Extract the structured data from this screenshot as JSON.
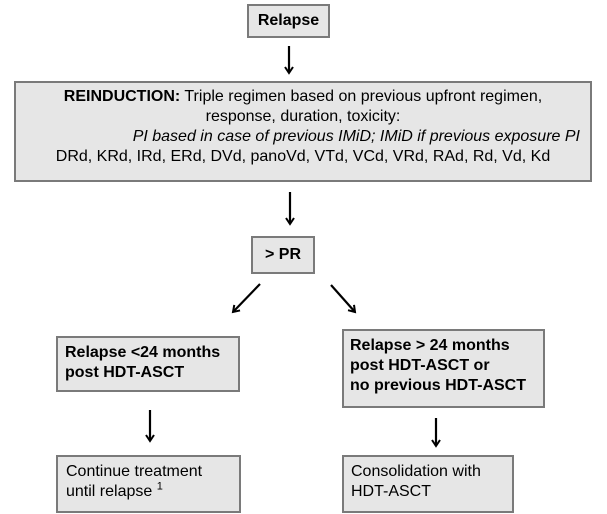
{
  "nodes": {
    "relapse": {
      "label": "Relapse"
    },
    "reinduction": {
      "heading": "REINDUCTION:",
      "line1_rest": " Triple regimen based on previous upfront regimen,",
      "line2": "response, duration, toxicity:",
      "line3": "PI based in case of previous IMiD; IMiD if previous exposure PI",
      "line4": "DRd, KRd, IRd, ERd, DVd, panoVd, VTd, VCd, VRd, RAd, Rd, Vd, Kd"
    },
    "response": {
      "label": "> PR"
    },
    "relapse_early": {
      "line1": "Relapse <24 months",
      "line2": "post HDT-ASCT"
    },
    "relapse_late": {
      "line1": "Relapse > 24 months",
      "line2": "post HDT-ASCT or",
      "line3": "no previous HDT-ASCT"
    },
    "continue_treatment": {
      "line1": "Continue treatment",
      "line2": "until relapse ",
      "footnote": "1"
    },
    "consolidation": {
      "line1": "Consolidation with",
      "line2": "HDT-ASCT"
    }
  },
  "colors": {
    "box_fill": "#e6e6e6",
    "box_border": "#7a7a7a",
    "text": "#000000",
    "arrow": "#000000"
  }
}
